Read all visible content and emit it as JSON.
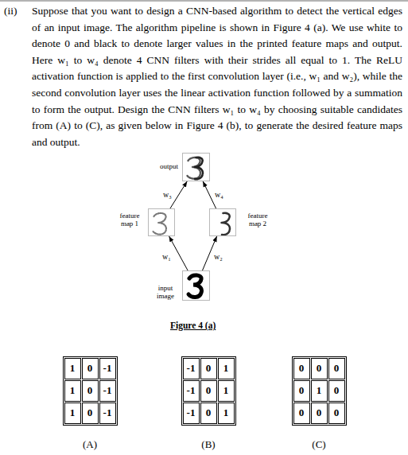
{
  "diagram": {
    "caption": "Figure 4 (a)",
    "nodes": [
      {
        "text": [
          "output"
        ]
      },
      {
        "text": [
          "feature map 1"
        ]
      },
      {
        "text": [
          "feature map 2"
        ]
      },
      {
        "text": [
          "input image"
        ]
      }
    ],
    "edges": [
      {
        "from": 1,
        "to": 0,
        "arrow": "to",
        "label": "w₃"
      },
      {
        "from": 2,
        "to": 0,
        "arrow": "to",
        "label": "w₄"
      },
      {
        "from": 3,
        "to": 1,
        "arrow": "to",
        "label": "w₁"
      },
      {
        "from": 3,
        "to": 2,
        "arrow": "to",
        "label": "w₂"
      }
    ],
    "labels": [
      "(ii)",
      "Suppose that you want to design a CNN-based algorithm to detect the vertical edges of an input image. The algorithm pipeline is shown in Figure 4 (a). We use white to denote 0 and black to denote larger values in the printed feature maps and output. Here w₁ to w₄ denote 4 CNN filters with their strides all equal to 1. The ReLU activation function is applied to the first convolution layer (i.e., w₁ and w₂), while the second convolution layer uses the linear activation function followed by a summation to form the output. Design the CNN filters w₁ to w₄ by choosing suitable candidates from (A) to (C), as given below in Figure 4 (b), to generate the desired feature maps and output.",
      "1",
      "0",
      "-1",
      "1",
      "0",
      "-1",
      "1",
      "0",
      "-1",
      "-1",
      "0",
      "1",
      "-1",
      "0",
      "1",
      "-1",
      "0",
      "1",
      "0",
      "0",
      "0",
      "0",
      "1",
      "0",
      "0",
      "0",
      "0",
      "(A)",
      "(B)",
      "(C)"
    ]
  }
}
